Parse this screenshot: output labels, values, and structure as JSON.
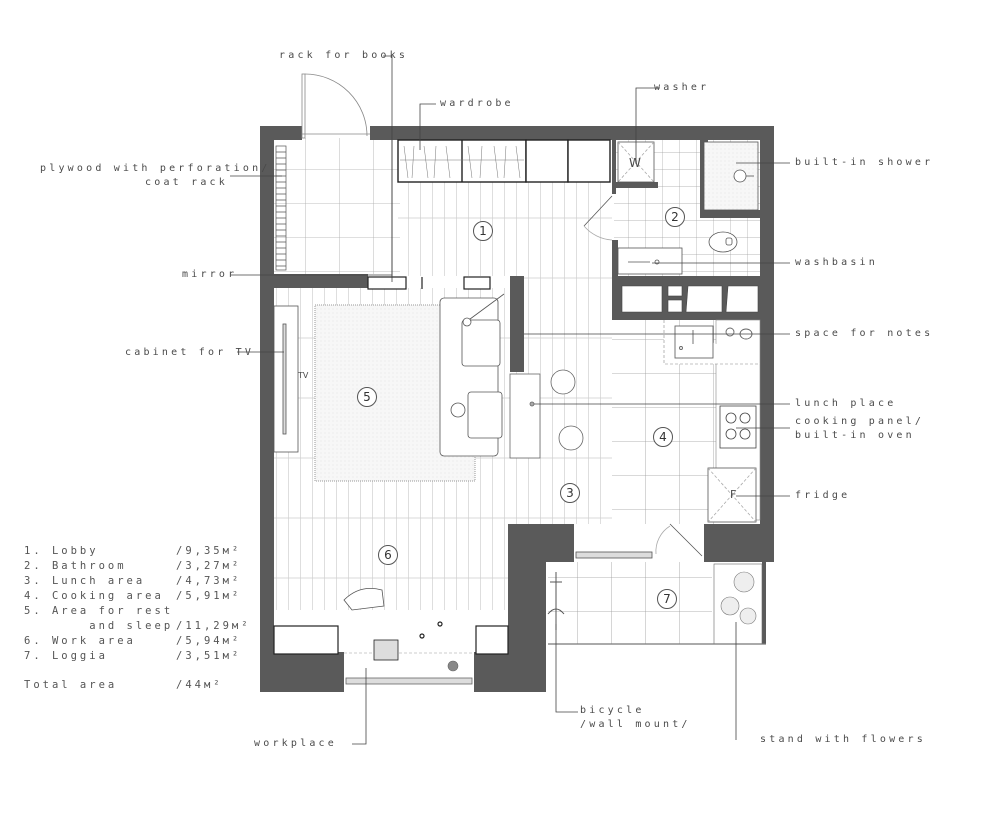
{
  "colors": {
    "wall": "#5a5a5a",
    "line": "#333333",
    "floor_line": "#b9b9b9",
    "background": "#ffffff"
  },
  "callouts": {
    "rack_for_books": "rack for books",
    "wardrobe": "wardrobe",
    "washer": "washer",
    "built_in_shower": "built-in shower",
    "plywood_line1": "plywood with perforation/",
    "plywood_line2": "coat rack",
    "mirror": "mirror",
    "washbasin": "washbasin",
    "space_for_notes": "space for notes",
    "cabinet_for_tv": "cabinet for TV",
    "lunch_place": "lunch place",
    "cooking_line1": "cooking panel/",
    "cooking_line2": "built-in oven",
    "fridge": "fridge",
    "bicycle_line1": "bicycle",
    "bicycle_line2": "/wall mount/",
    "workplace": "workplace",
    "stand_with_flowers": "stand with flowers"
  },
  "fixture_letters": {
    "washer": "W",
    "fridge": "F",
    "tv": "TV"
  },
  "room_numbers": [
    "1",
    "2",
    "3",
    "4",
    "5",
    "6",
    "7"
  ],
  "legend": {
    "rooms": [
      {
        "name": "1. Lobby",
        "area": "/9,35м²"
      },
      {
        "name": "2. Bathroom",
        "area": "/3,27м²"
      },
      {
        "name": "3. Lunch area",
        "area": "/4,73м²"
      },
      {
        "name": "4. Cooking area",
        "area": "/5,91м²"
      },
      {
        "name": "5. Area for rest",
        "area": ""
      },
      {
        "name": "       and sleep",
        "area": "/11,29м²"
      },
      {
        "name": "6. Work area",
        "area": "/5,94м²"
      },
      {
        "name": "7. Loggia",
        "area": "/3,51м²"
      }
    ],
    "total_label": "Total area",
    "total_value": "/44м²"
  }
}
